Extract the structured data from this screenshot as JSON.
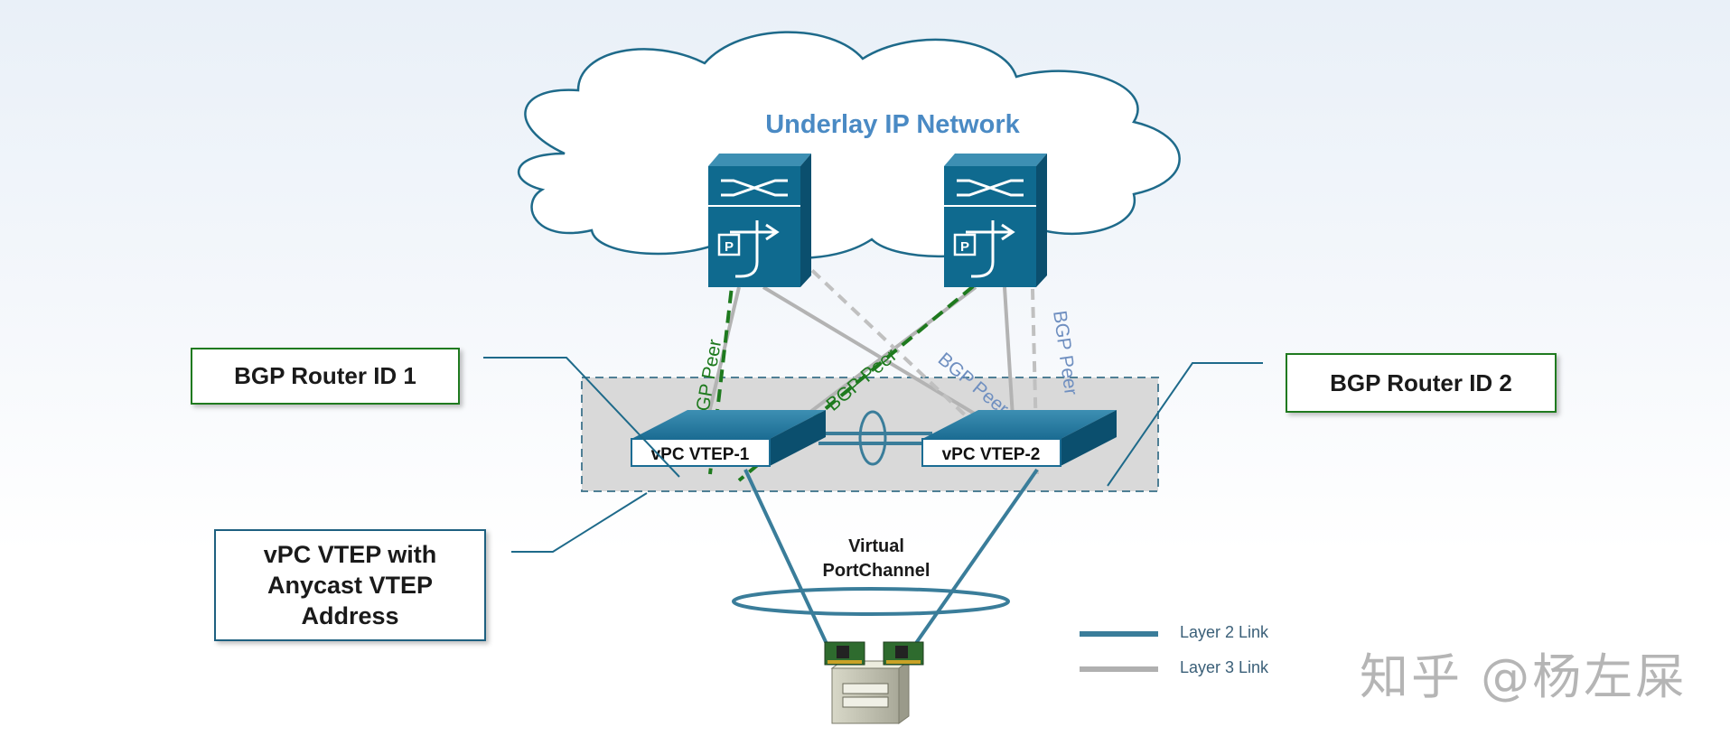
{
  "cloud": {
    "title": "Underlay IP Network"
  },
  "spines": [
    {
      "icon": "layer3-switch-icon"
    },
    {
      "icon": "layer3-switch-icon"
    }
  ],
  "leafs": [
    {
      "label": "vPC VTEP-1"
    },
    {
      "label": "vPC VTEP-2"
    }
  ],
  "labels": {
    "router_id_1": "BGP Router ID 1",
    "router_id_2": "BGP Router ID 2",
    "vpc_vtep_anycast": [
      "vPC VTEP with",
      "Anycast VTEP",
      "Address"
    ]
  },
  "peers": {
    "green_1": "BGP Peer",
    "green_2": "BGP Peer",
    "blue_1": "BGP Peer",
    "blue_2": "BGP Peer"
  },
  "portchannel": {
    "line1": "Virtual",
    "line2": "PortChannel"
  },
  "legend": [
    {
      "label": "Layer 2 Link",
      "color": "#3a7d9a"
    },
    {
      "label": "Layer 3 Link",
      "color": "#b0b0b0"
    }
  ],
  "colors": {
    "layer2": "#3a7d9a",
    "layer3": "#b3b3b3",
    "bgp_green": "#1e7a1e",
    "bgp_blue": "#6f8fc0",
    "switch": "#0f6a8f",
    "cloud_stroke": "#1e6a8a"
  },
  "watermark": "知乎 @杨左屎"
}
